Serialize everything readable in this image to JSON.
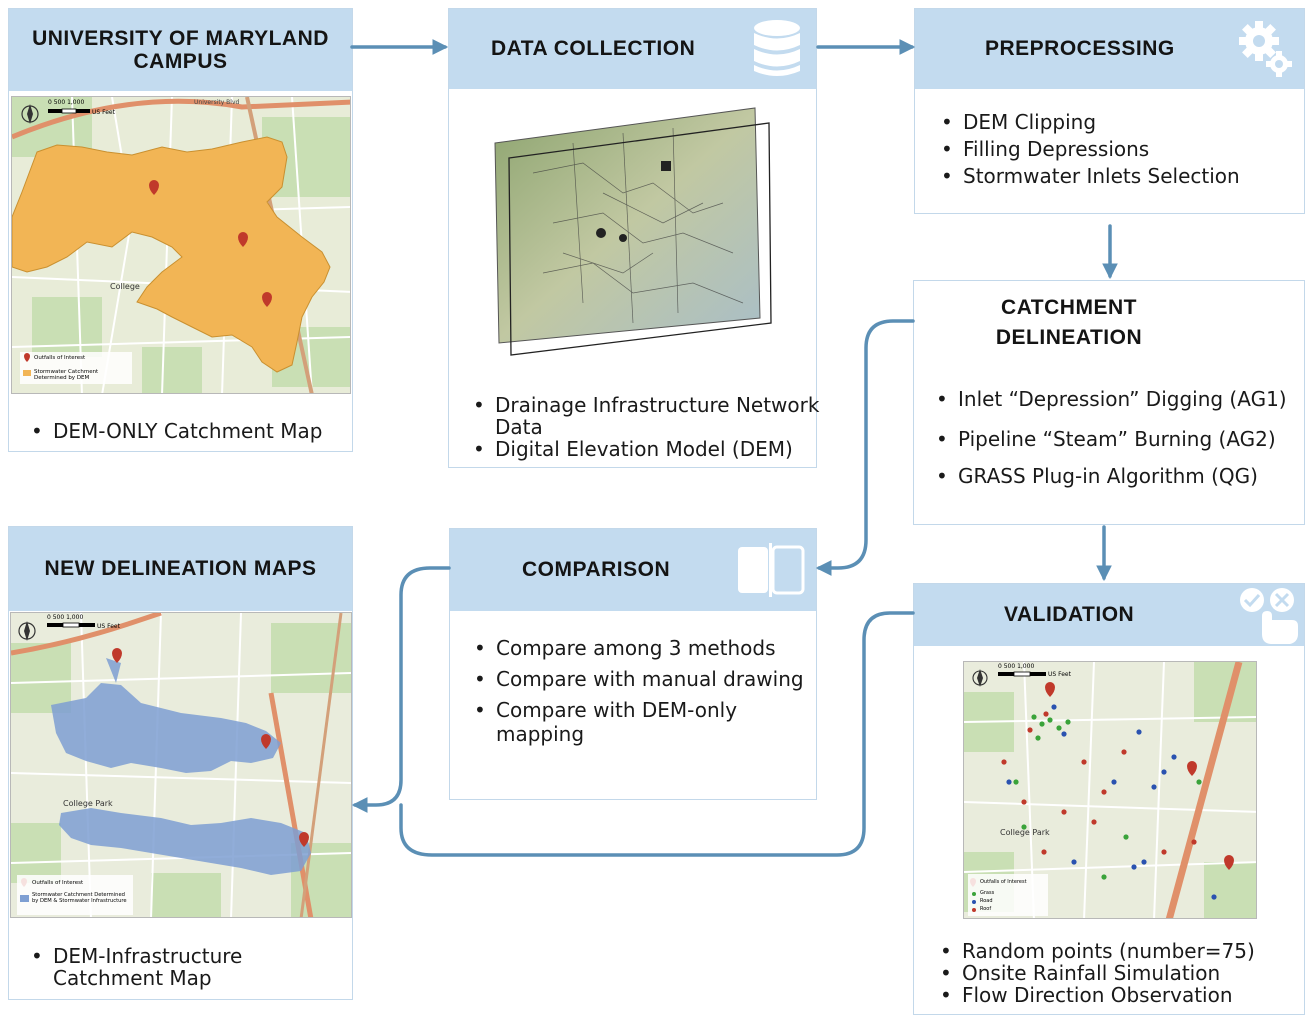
{
  "boxes": {
    "umd": {
      "title": "UNIVERSITY OF MARYLAND CAMPUS",
      "items": [
        "DEM-ONLY Catchment Map"
      ]
    },
    "data_collection": {
      "title": "DATA COLLECTION",
      "items": [
        "Drainage Infrastructure Network Data",
        "Digital Elevation Model (DEM)"
      ]
    },
    "preprocessing": {
      "title": "PREPROCESSING",
      "items": [
        "DEM Clipping",
        "Filling Depressions",
        "Stormwater Inlets Selection"
      ]
    },
    "catchment": {
      "title": "CATCHMENT DELINEATION",
      "items": [
        "Inlet “Depression” Digging (AG1)",
        "Pipeline “Steam” Burning (AG2)",
        "GRASS Plug-in Algorithm (QG)"
      ]
    },
    "comparison": {
      "title": "COMPARISON",
      "items": [
        "Compare among 3 methods",
        "Compare with manual drawing",
        "Compare with DEM-only mapping"
      ]
    },
    "new_maps": {
      "title": "NEW DELINEATION MAPS",
      "items": [
        "DEM-Infrastructure Catchment Map"
      ]
    },
    "validation": {
      "title": "VALIDATION",
      "items": [
        "Random points (number=75)",
        "Onsite Rainfall Simulation",
        "Flow Direction Observation"
      ]
    }
  },
  "maps": {
    "umd": {
      "scale": "0   500  1,000",
      "units": "US Feet",
      "road_label": "University Blvd",
      "place_label": "College",
      "legend": [
        "Outfalls of Interest",
        "Stormwater Catchment Determined by DEM"
      ]
    },
    "new": {
      "scale": "0   500  1,000",
      "units": "US Feet",
      "place_label": "College Park",
      "legend": [
        "Outfalls of Interest",
        "Stormwater Catchment Determined by DEM & Stormwater Infrastructure"
      ]
    },
    "validation": {
      "scale": "0   500  1,000",
      "units": "US Feet",
      "place_label": "College Park",
      "legend": [
        "Outfalls of Interest",
        "Grass",
        "Road",
        "Roof"
      ]
    }
  },
  "colors": {
    "header": "#c3dbef",
    "border": "#c3d8ea",
    "arrow": "#5b8fb5",
    "catchment_dem": "#f2b555",
    "catchment_infra": "#7e9fd2",
    "outfall": "#c0392b"
  },
  "icons": {
    "data_collection": "database-icon",
    "preprocessing": "gears-icon",
    "catchment": "blob-icon",
    "comparison": "compare-panels-icon",
    "validation": "touch-check-icon"
  }
}
